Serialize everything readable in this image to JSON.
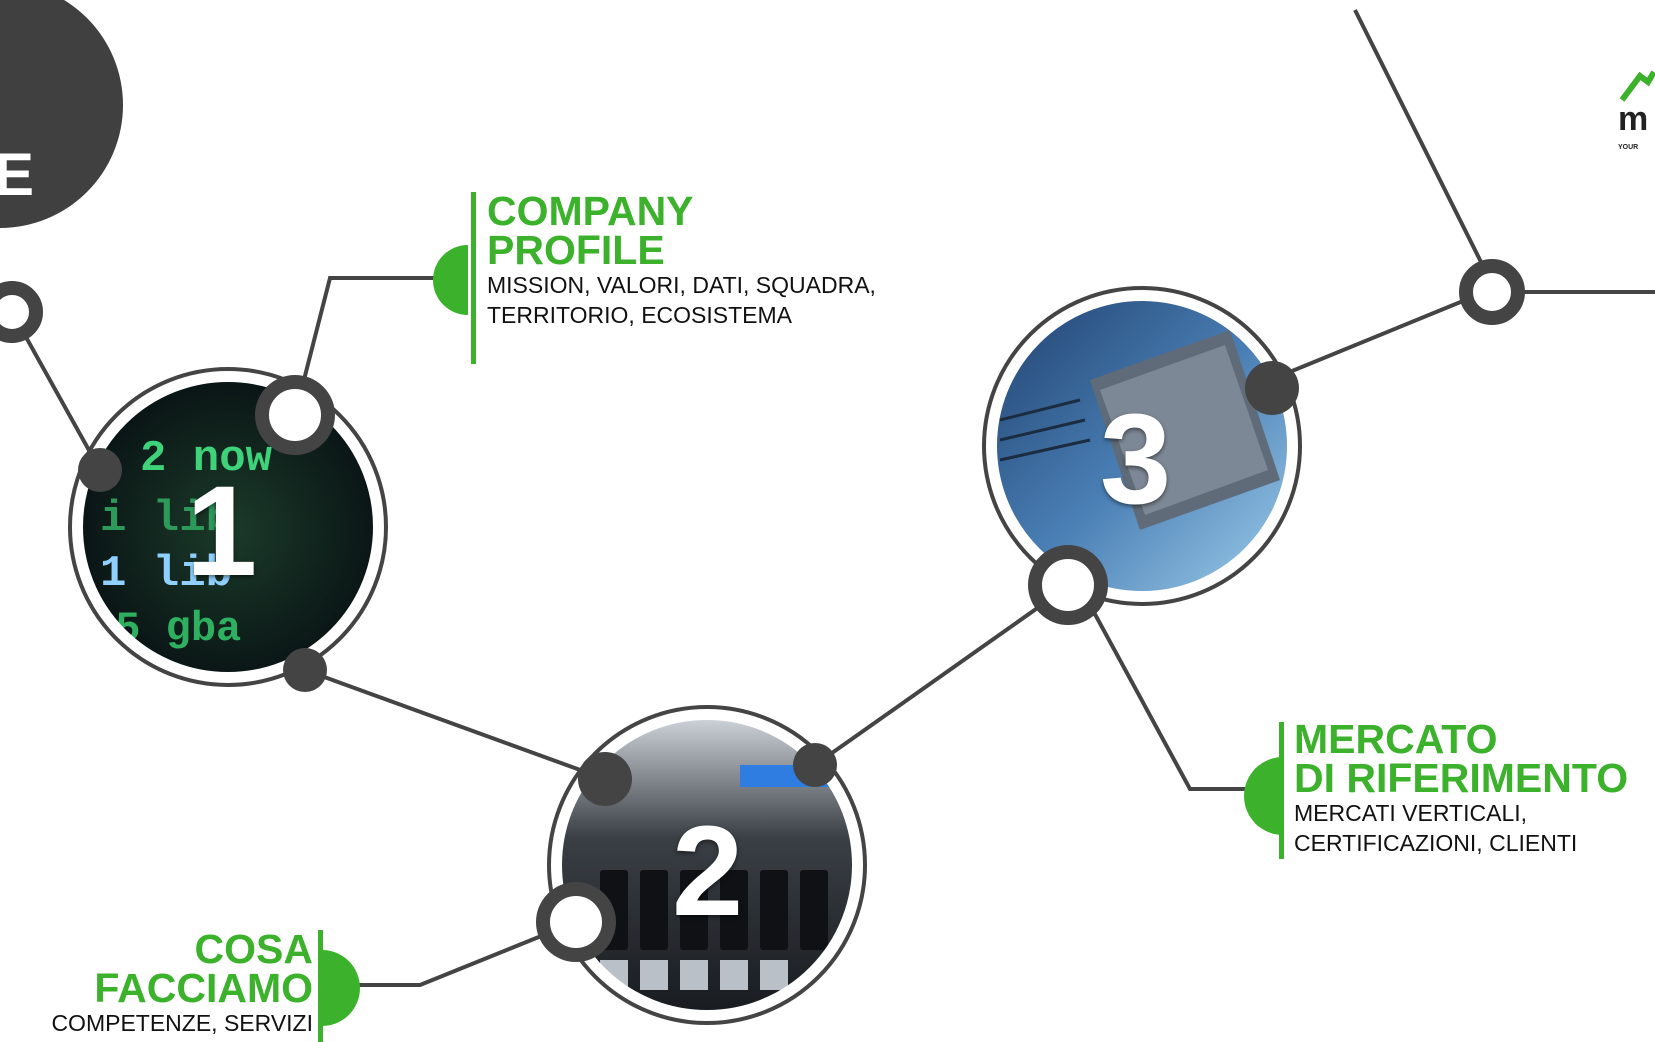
{
  "header": {
    "partial_title_letter": "E"
  },
  "sections": [
    {
      "number": "1",
      "title_line1": "COMPANY",
      "title_line2": "PROFILE",
      "desc_line1": "MISSION, VALORI, DATI, SQUADRA,",
      "desc_line2": "TERRITORIO, ECOSISTEMA"
    },
    {
      "number": "2",
      "title_line1": "COSA",
      "title_line2": "FACCIAMO",
      "desc_line1": "COMPETENZE, SERVIZI",
      "desc_line2": ""
    },
    {
      "number": "3",
      "title_line1": "MERCATO",
      "title_line2": "DI RIFERIMENTO",
      "desc_line1": "MERCATI VERTICALI,",
      "desc_line2": "CERTIFICAZIONI, CLIENTI"
    }
  ],
  "logo": {
    "text": "m",
    "tagline": "YOUR"
  },
  "colors": {
    "accent": "#3cb22c",
    "dark": "#444444",
    "ink": "#111111"
  }
}
